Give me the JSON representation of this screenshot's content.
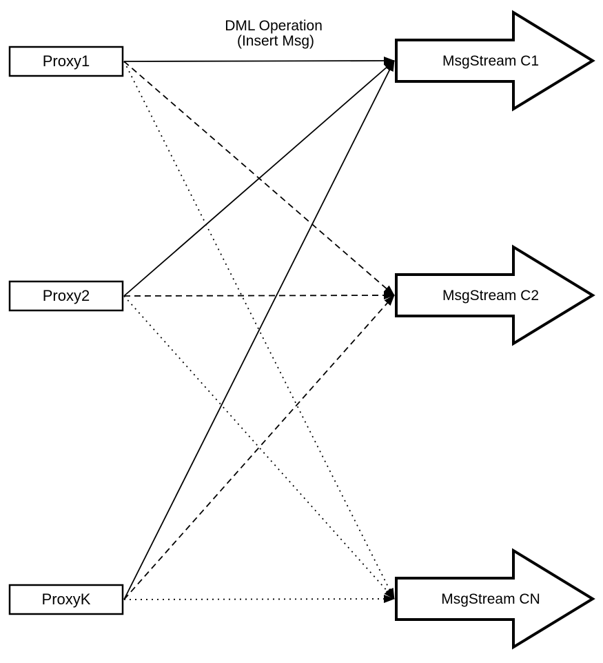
{
  "diagram": {
    "title_lines": [
      "DML Operation",
      "(Insert Msg)"
    ],
    "proxies": [
      {
        "id": "proxy1",
        "label": "Proxy1"
      },
      {
        "id": "proxy2",
        "label": "Proxy2"
      },
      {
        "id": "proxyk",
        "label": "ProxyK"
      }
    ],
    "streams": [
      {
        "id": "c1",
        "label": "MsgStream C1"
      },
      {
        "id": "c2",
        "label": "MsgStream C2"
      },
      {
        "id": "cn",
        "label": "MsgStream CN"
      }
    ],
    "edges": [
      {
        "from": "proxy1",
        "to": "c1",
        "style": "solid"
      },
      {
        "from": "proxy1",
        "to": "c2",
        "style": "dashed"
      },
      {
        "from": "proxy1",
        "to": "cn",
        "style": "dotted"
      },
      {
        "from": "proxy2",
        "to": "c1",
        "style": "solid"
      },
      {
        "from": "proxy2",
        "to": "c2",
        "style": "dashed"
      },
      {
        "from": "proxy2",
        "to": "cn",
        "style": "dotted"
      },
      {
        "from": "proxyk",
        "to": "c1",
        "style": "solid"
      },
      {
        "from": "proxyk",
        "to": "c2",
        "style": "dashed"
      },
      {
        "from": "proxyk",
        "to": "cn",
        "style": "dotted"
      }
    ],
    "colors": {
      "stroke": "#000000",
      "fill": "#ffffff",
      "background": "#ffffff"
    }
  }
}
